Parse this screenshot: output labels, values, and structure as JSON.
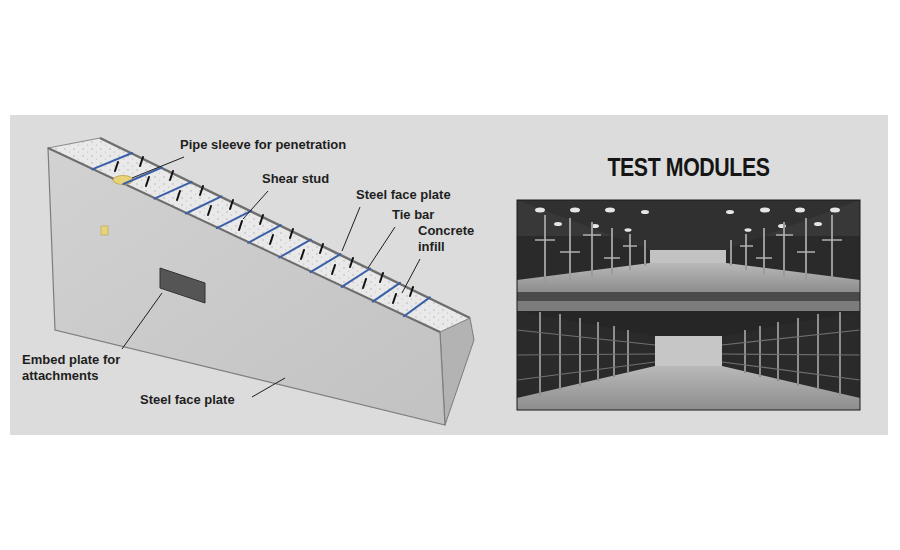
{
  "diagram": {
    "title": "TEST MODULES",
    "labels": [
      "Pipe sleeve for penetration",
      "Shear stud",
      "Steel face plate",
      "Tie bar",
      "Concrete infill",
      "Embed plate for attachments",
      "Steel face plate"
    ]
  }
}
